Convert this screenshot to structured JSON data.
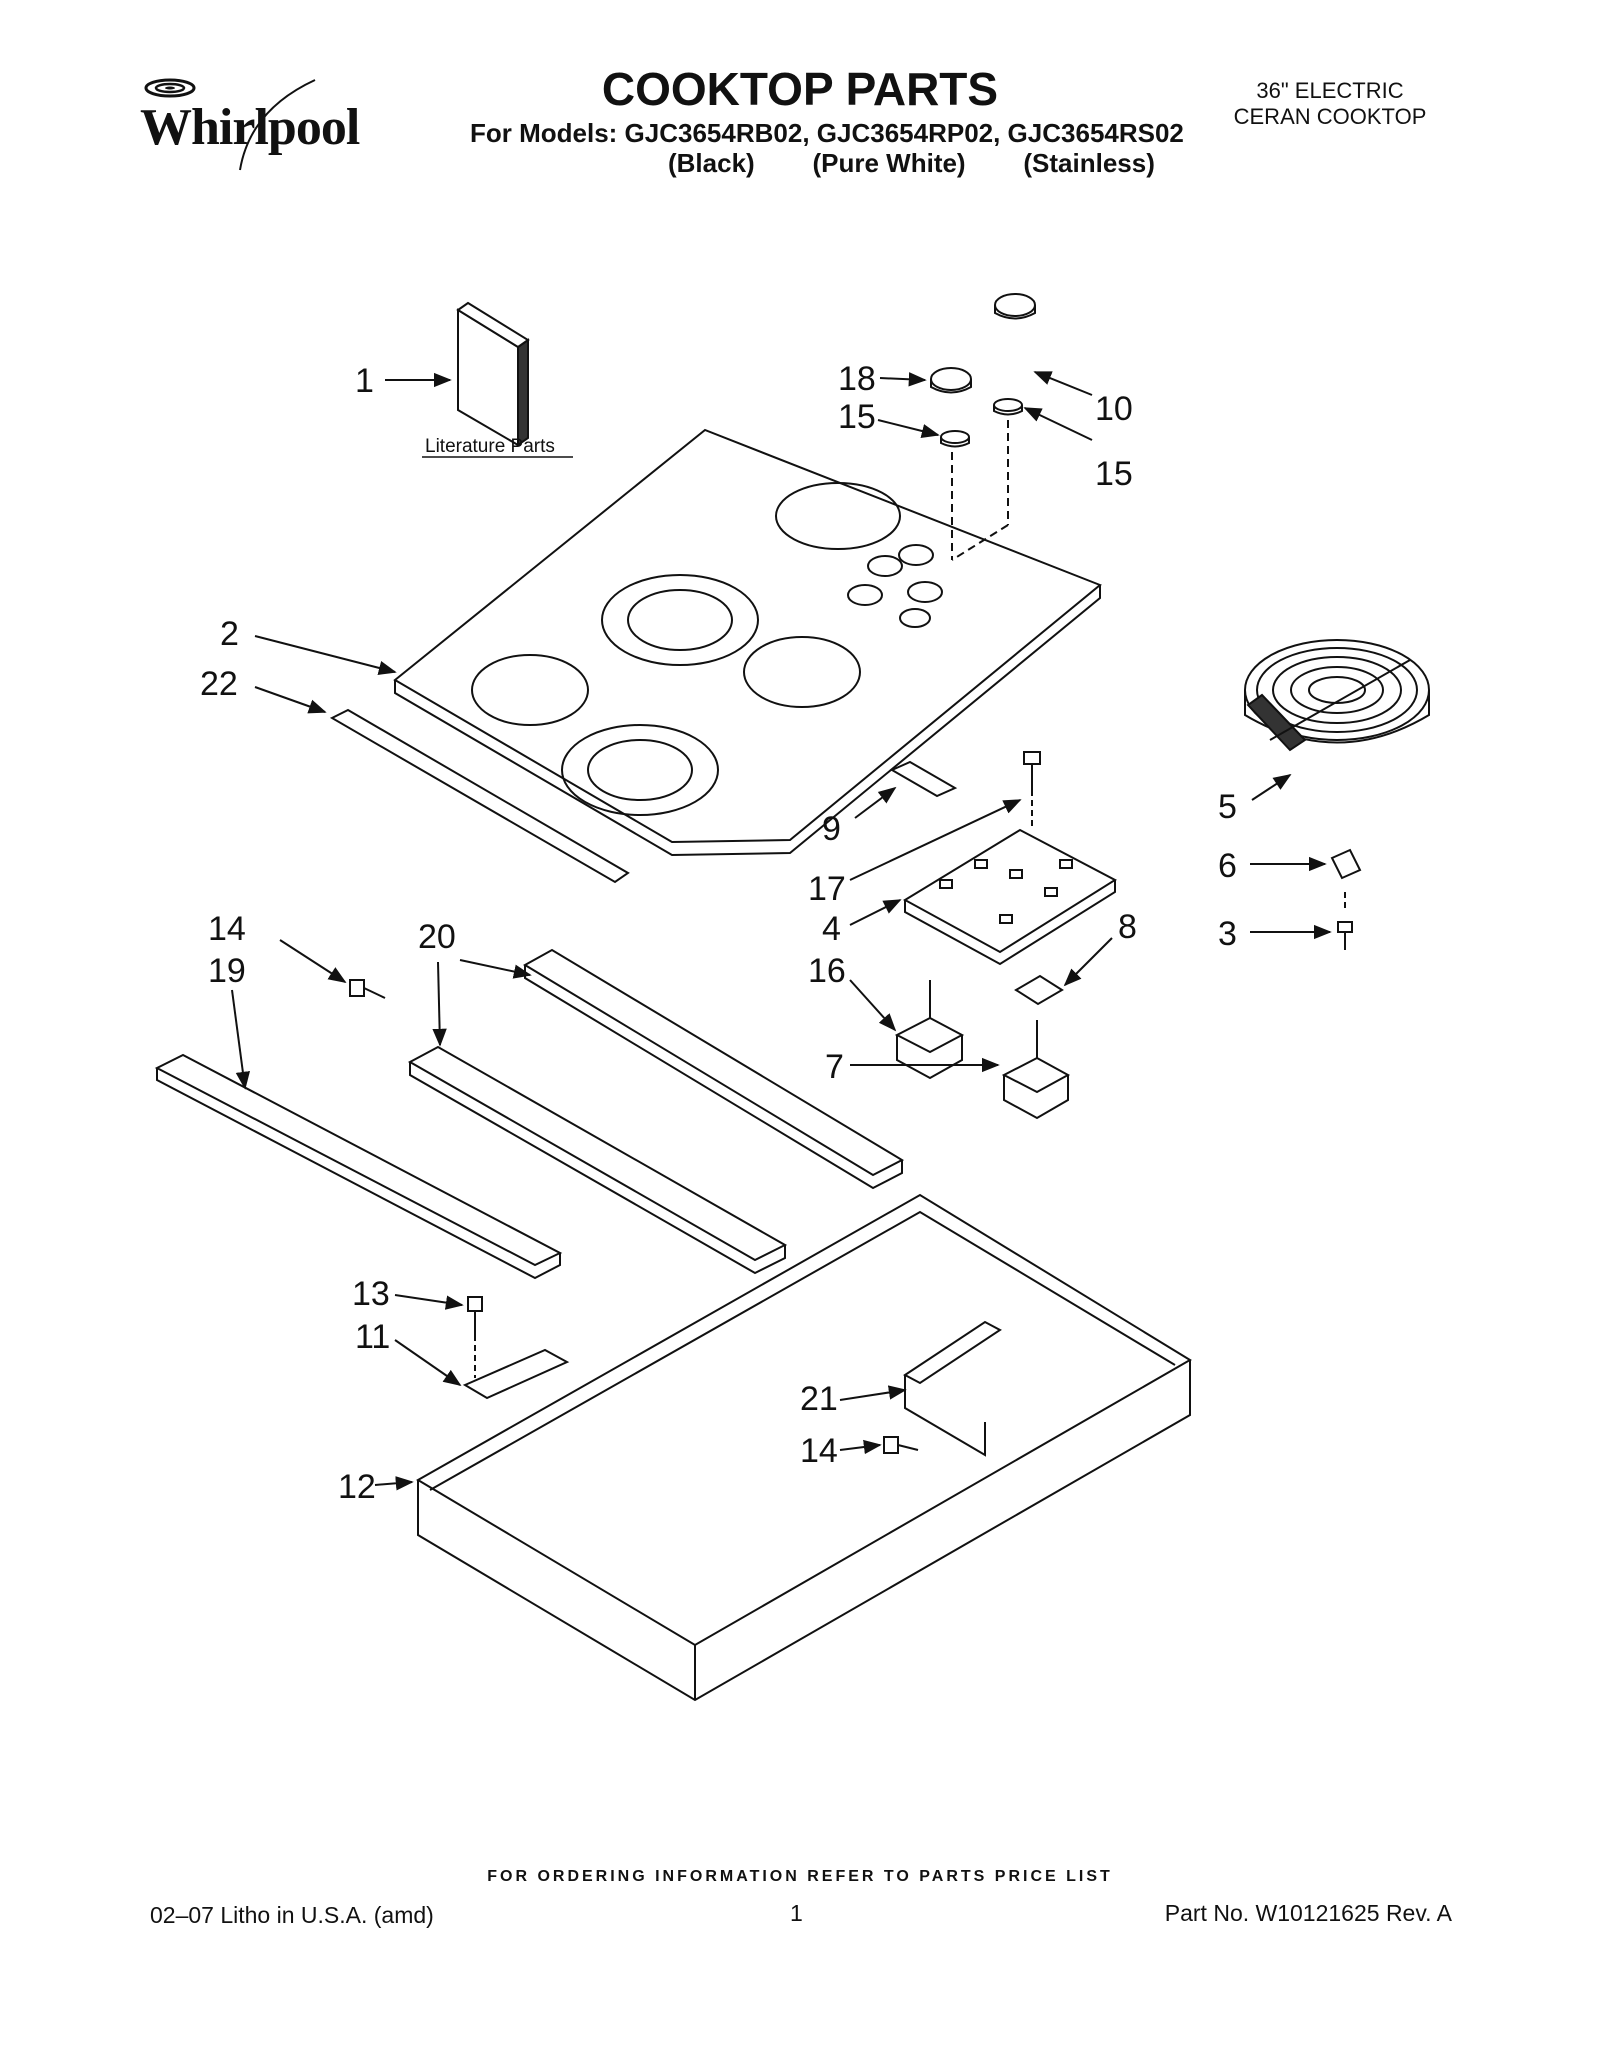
{
  "header": {
    "logo_text": "Whirlpool",
    "title": "COOKTOP PARTS",
    "models_line": "For Models: GJC3654RB02, GJC3654RP02, GJC3654RS02",
    "finishes_line": "(Black)        (Pure White)        (Stainless)",
    "product_line1": "36\" ELECTRIC",
    "product_line2": "CERAN COOKTOP"
  },
  "diagram": {
    "literature_label": "Literature Parts",
    "callouts": [
      "1",
      "2",
      "22",
      "18",
      "15",
      "10",
      "15",
      "5",
      "6",
      "3",
      "9",
      "17",
      "4",
      "8",
      "16",
      "7",
      "14",
      "19",
      "20",
      "13",
      "11",
      "21",
      "14",
      "12"
    ]
  },
  "footer": {
    "order_note": "FOR ORDERING INFORMATION REFER TO PARTS PRICE LIST",
    "litho": "02–07 Litho in U.S.A. (amd)",
    "page": "1",
    "part_no": "Part No. W10121625 Rev. A"
  }
}
